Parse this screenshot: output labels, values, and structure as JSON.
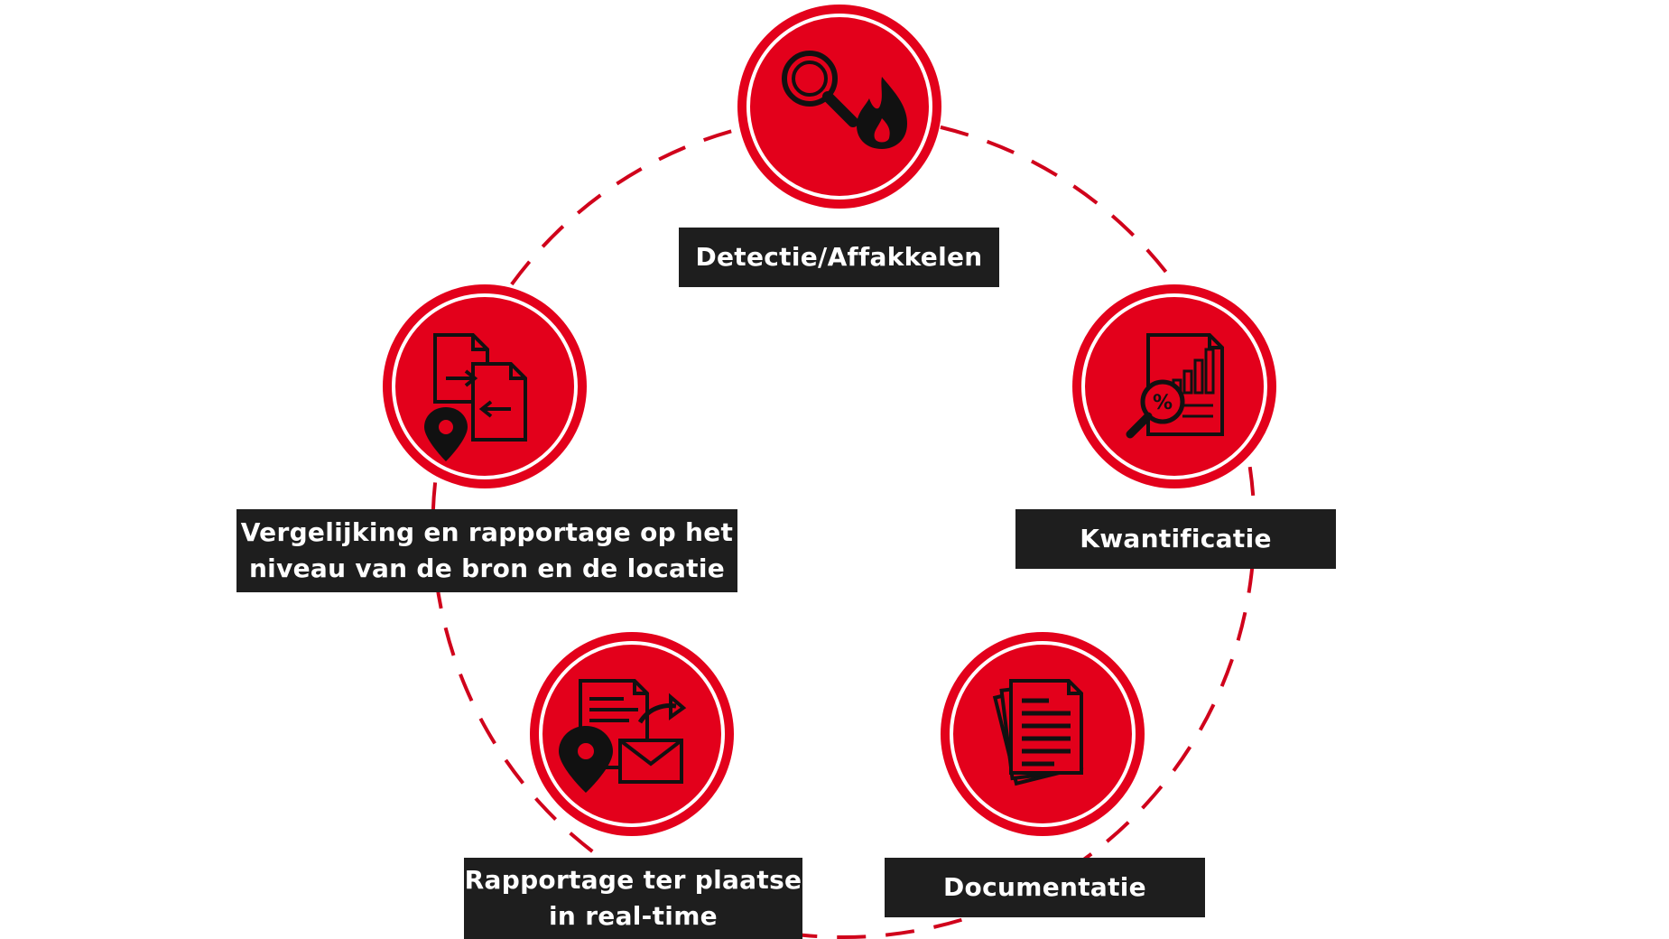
{
  "steps": [
    {
      "id": "detection",
      "icon": "magnifier-flame-icon",
      "label": [
        "Detectie/Affakkelen"
      ]
    },
    {
      "id": "quantification",
      "icon": "report-percent-magnifier-icon",
      "label": [
        "Kwantificatie"
      ]
    },
    {
      "id": "documentation",
      "icon": "document-stack-icon",
      "label": [
        "Documentatie"
      ]
    },
    {
      "id": "realtime",
      "icon": "report-location-mail-icon",
      "label": [
        "Rapportage ter plaatse",
        "in real-time"
      ]
    },
    {
      "id": "comparison",
      "icon": "file-exchange-location-icon",
      "label": [
        "Vergelijking en rapportage op het",
        "niveau van de bron en de locatie"
      ]
    }
  ],
  "colors": {
    "accent": "#e3001b",
    "label_bg": "#1e1e1e",
    "label_text": "#ffffff",
    "icon": "#111111",
    "ring": "#d0021b"
  }
}
